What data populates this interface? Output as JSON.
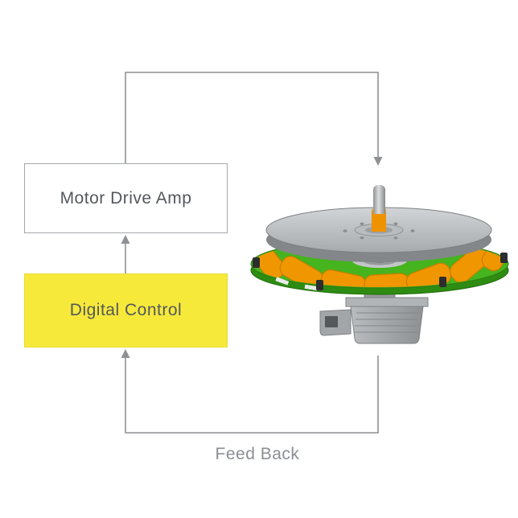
{
  "theme": {
    "background": "#ffffff",
    "line": "#8d9193",
    "box_border": "#a4a8ab",
    "box_text": "#54585c",
    "yellow_fill": "#f6e93a",
    "yellow_border": "#e9db33",
    "label_text": "#8b8f93"
  },
  "blocks": [
    {
      "id": "motor-drive-amp",
      "label": "Motor Drive Amp",
      "fill": "#ffffff"
    },
    {
      "id": "digital-control",
      "label": "Digital Control",
      "fill": "#f6e93a"
    }
  ],
  "labels": {
    "feedback": "Feed Back"
  },
  "connections": [
    {
      "from": "motor-drive-amp",
      "to": "motor",
      "type": "feedforward-arrow"
    },
    {
      "from": "digital-control",
      "to": "motor-drive-amp",
      "type": "control-arrow"
    },
    {
      "from": "motor",
      "to": "digital-control",
      "type": "feedback-arrow",
      "label": "Feed Back"
    }
  ],
  "illustration": {
    "name": "axial-flux-pcb-motor",
    "parts": [
      "rotor-disc",
      "shaft",
      "stator-pcb",
      "coils",
      "bearing-hub",
      "standoff-bolts",
      "mount-bracket"
    ],
    "colors": {
      "rotor_disc": "#b4b8ba",
      "disc_rim": "#83878a",
      "stator_pcb": "#45b41e",
      "pcb_edge": "#2e8c12",
      "coil": "#f09600",
      "shaft_collar": "#ef9200",
      "shaft": "#c6c9cb",
      "bracket": "#a6a9ab",
      "bolt": "#2b2d2f"
    }
  }
}
